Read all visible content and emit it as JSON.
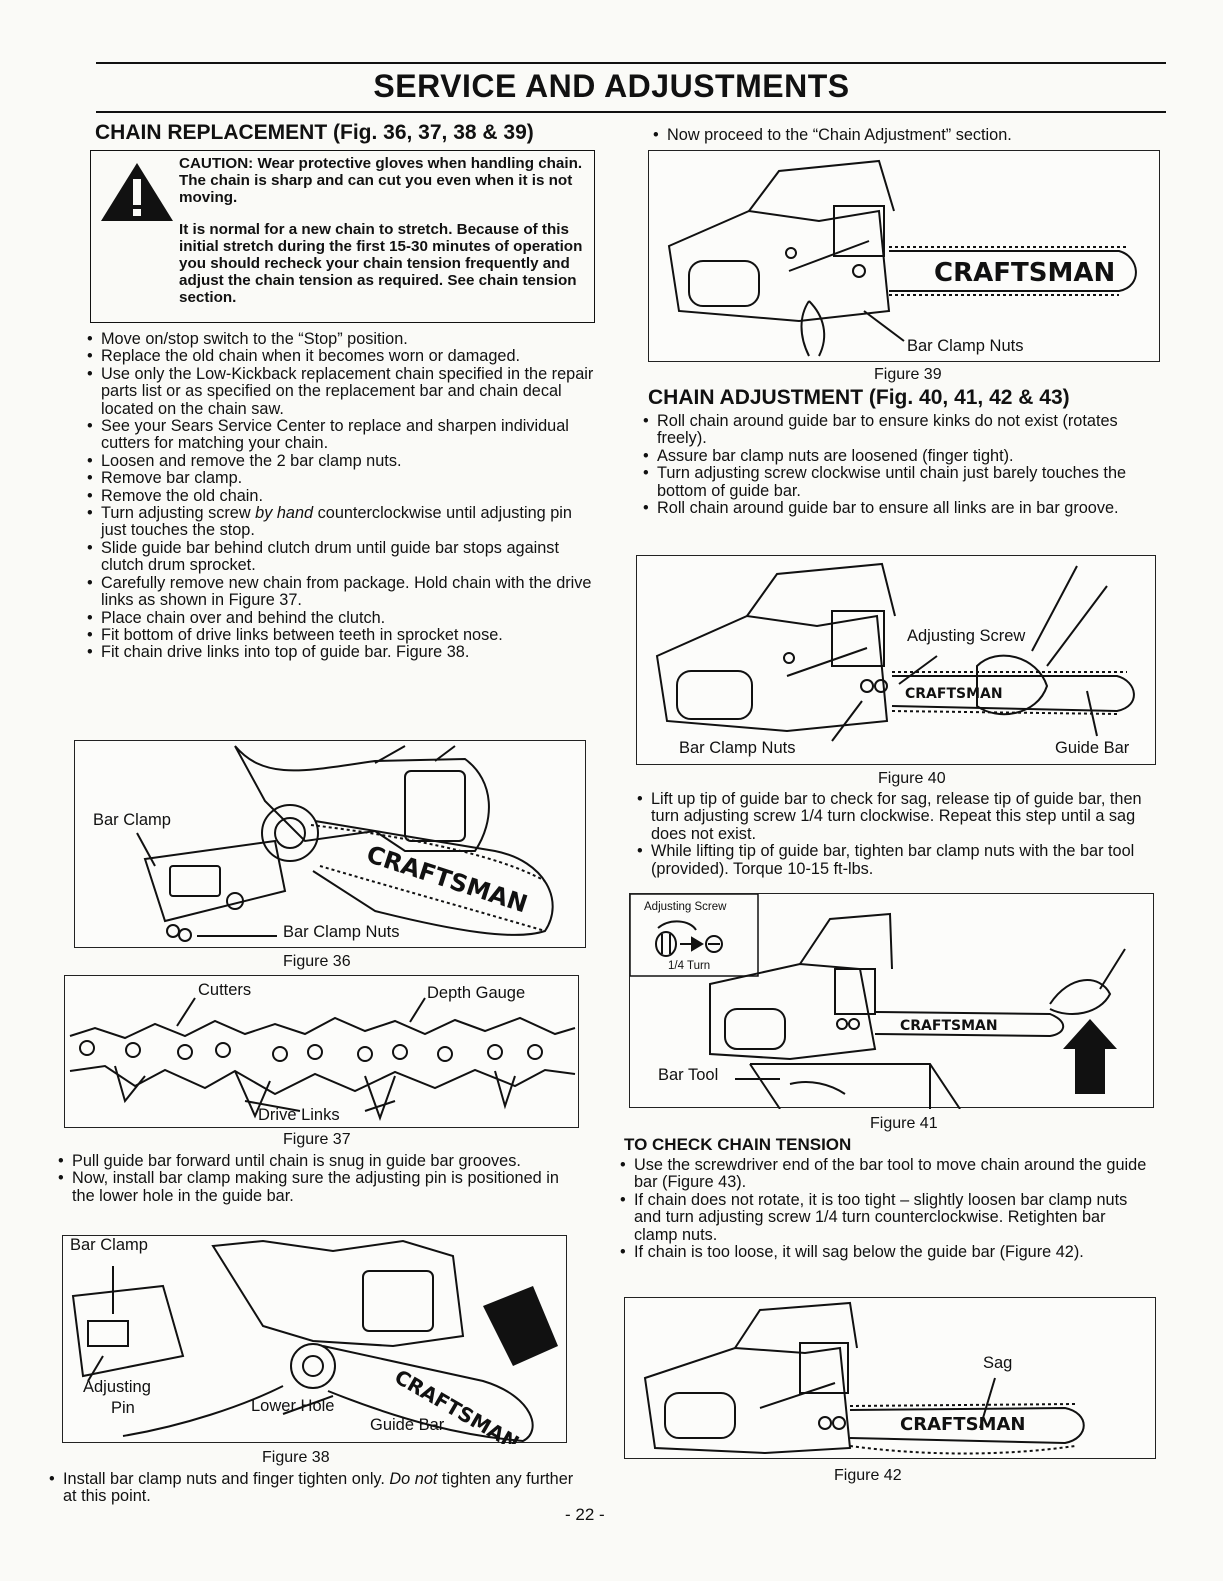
{
  "title": "SERVICE AND ADJUSTMENTS",
  "chain_replacement": {
    "heading": "CHAIN REPLACEMENT (Fig. 36, 37, 38 & 39)",
    "caution": "CAUTION: Wear protective gloves when handling chain. The chain is sharp and can cut you even when it is not moving.",
    "caution_note": "It is normal for a new chain to stretch. Because of this initial stretch during the first 15-30 minutes of operation you should recheck your chain tension frequently and adjust the chain tension as required. See chain tension section.",
    "steps": [
      "Move on/stop switch to the “Stop” position.",
      "Replace the old chain when it becomes worn or damaged.",
      "Use only the Low-Kickback replacement chain specified in the repair parts list or as specified on the replacement bar and chain decal located on the chain saw.",
      "See your Sears Service Center to replace and sharpen individual cutters for matching your chain.",
      "Loosen and remove the 2 bar clamp nuts.",
      "Remove bar clamp.",
      "Remove the old chain."
    ],
    "step_turn": {
      "a": "Turn adjusting screw ",
      "b": "by hand",
      "c": " counterclockwise until adjusting pin just touches the stop."
    },
    "steps2": [
      "Slide guide bar behind clutch drum until guide bar stops against clutch drum sprocket.",
      "Carefully remove new chain from package. Hold chain with the drive links as shown in Figure 37.",
      "Place chain over and behind the clutch.",
      "Fit bottom of drive links between teeth in sprocket nose.",
      "Fit chain drive links into top of guide bar. Figure 38."
    ],
    "steps3": [
      "Pull guide bar forward until chain is snug in guide bar grooves.",
      "Now, install bar clamp making sure the adjusting pin is positioned in the lower hole in the guide bar."
    ],
    "step_final": {
      "a": "Install bar clamp nuts and finger tighten only. ",
      "b": "Do not",
      "c": " tighten any further at this point."
    },
    "proceed": "Now proceed to the “Chain Adjustment” section."
  },
  "figures": {
    "fig36": {
      "caption": "Figure 36",
      "labels": [
        "Bar Clamp",
        "Bar Clamp Nuts"
      ]
    },
    "fig37": {
      "caption": "Figure 37",
      "labels": [
        "Cutters",
        "Depth Gauge",
        "Drive Links"
      ]
    },
    "fig38": {
      "caption": "Figure 38",
      "labels": [
        "Bar Clamp",
        "Adjusting",
        "Pin",
        "Lower Hole",
        "Guide Bar"
      ]
    },
    "fig39": {
      "caption": "Figure 39",
      "labels": [
        "Bar Clamp Nuts"
      ]
    },
    "fig40": {
      "caption": "Figure 40",
      "labels": [
        "Adjusting Screw",
        "Bar Clamp Nuts",
        "Guide Bar"
      ]
    },
    "fig41": {
      "caption": "Figure 41",
      "labels": [
        "Adjusting Screw",
        "1/4 Turn",
        "Bar Tool"
      ]
    },
    "fig42": {
      "caption": "Figure 42",
      "labels": [
        "Sag"
      ]
    },
    "brand": "CRAFTSMAN"
  },
  "chain_adjustment": {
    "heading": "CHAIN ADJUSTMENT (Fig. 40, 41, 42 & 43)",
    "steps": [
      "Roll chain around guide bar to ensure kinks do not exist (rotates freely).",
      "Assure bar clamp nuts are loosened (finger tight).",
      "Turn adjusting screw clockwise until chain just barely touches the bottom of guide bar.",
      "Roll chain around guide bar to ensure all links are in bar groove."
    ],
    "steps2": [
      "Lift up tip of guide bar to check for sag, release tip of guide bar, then turn adjusting screw 1/4 turn clockwise. Repeat this step until a sag does not exist.",
      "While lifting tip of guide bar, tighten bar clamp nuts with the bar tool (provided). Torque 10-15 ft-lbs."
    ]
  },
  "check_tension": {
    "heading": "TO CHECK CHAIN TENSION",
    "steps": [
      "Use the screwdriver end of the bar tool to move chain around the guide bar (Figure 43).",
      "If chain does not rotate, it is too tight – slightly loosen bar clamp nuts and turn adjusting screw 1/4 turn counterclockwise. Retighten bar clamp nuts.",
      "If chain is too loose, it will sag below the guide bar (Figure 42)."
    ]
  },
  "page_number": "- 22 -"
}
